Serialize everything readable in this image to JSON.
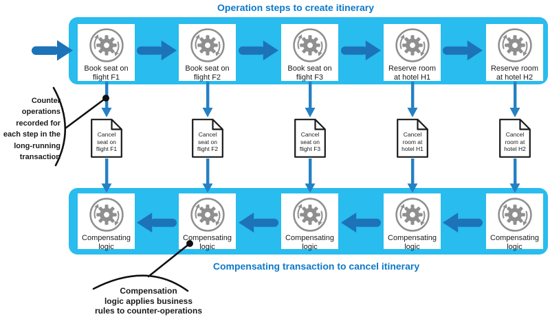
{
  "diagram": {
    "top_title": "Operation steps to create itinerary",
    "bottom_title": "Compensating transaction to cancel itinerary"
  },
  "colors": {
    "band_cyan": "#29BCEE",
    "horizontal_arrow_blue": "#1C73B8",
    "vertical_arrow_blue": "#2580C4",
    "title_blue": "#0B79CA",
    "gear_icon_gray": "#8F8F8F",
    "text_black": "#1A1A1A"
  },
  "operation_steps": [
    {
      "line1": "Book seat on",
      "line2": "flight F1"
    },
    {
      "line1": "Book seat on",
      "line2": "flight F2"
    },
    {
      "line1": "Book seat on",
      "line2": "flight F3"
    },
    {
      "line1": "Reserve room",
      "line2": "at hotel H1"
    },
    {
      "line1": "Reserve room",
      "line2": "at hotel H2"
    }
  ],
  "counter_operations": [
    {
      "line1": "Cancel",
      "line2": "seat on",
      "line3": "flight F1"
    },
    {
      "line1": "Cancel",
      "line2": "seat on",
      "line3": "flight F2"
    },
    {
      "line1": "Cancel",
      "line2": "seat on",
      "line3": "flight F3"
    },
    {
      "line1": "Cancel",
      "line2": "room at",
      "line3": "hotel H1"
    },
    {
      "line1": "Cancel",
      "line2": "room at",
      "line3": "hotel H2"
    }
  ],
  "compensating_steps": [
    {
      "line1": "Compensating",
      "line2": "logic"
    },
    {
      "line1": "Compensating",
      "line2": "logic"
    },
    {
      "line1": "Compensating",
      "line2": "logic"
    },
    {
      "line1": "Compensating",
      "line2": "logic"
    },
    {
      "line1": "Compensating",
      "line2": "logic"
    }
  ],
  "annotations": {
    "left": {
      "line1": "Counter",
      "line2": "operations",
      "line3": "recorded for",
      "line4": "each step in the",
      "line5": "long-running",
      "line6": "transaction"
    },
    "bottom": {
      "line1": "Compensation",
      "line2": "logic applies business",
      "line3": "rules to counter-operations"
    }
  }
}
